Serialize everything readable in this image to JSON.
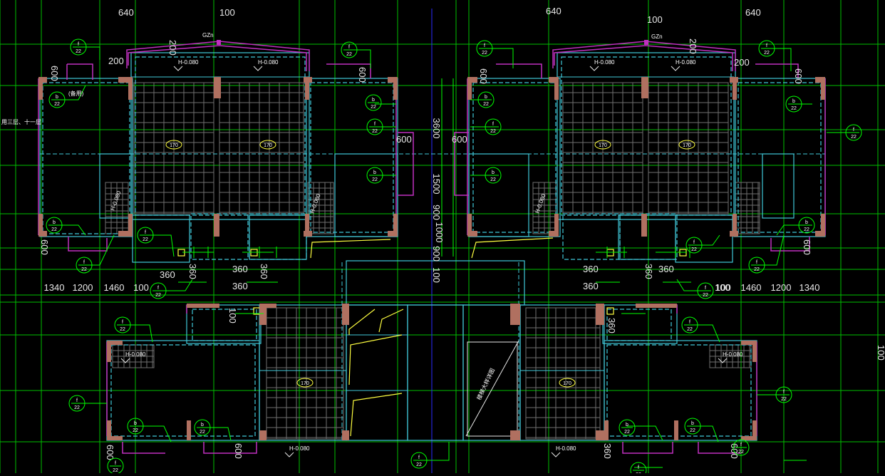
{
  "drawing": {
    "background": "#000000",
    "colors": {
      "grid": "#00c000",
      "slab": "#40c8d8",
      "mesh": "#6f6f6f",
      "column": "#b07060",
      "wall": "#c030c0",
      "leader": "#00ff00",
      "axis": "#2a2aff",
      "text": "#ffffff",
      "stair": "#ffff40"
    },
    "column_labels": {
      "left": "GZn",
      "right": "GZn"
    },
    "top_dims": [
      "640",
      "100",
      "640",
      "100",
      "640"
    ],
    "wing_dims": {
      "left": [
        "1340",
        "1200",
        "1460",
        "100"
      ],
      "right": [
        "100",
        "1460",
        "1200",
        "1340"
      ]
    },
    "center_vertical_dims": [
      "3600",
      "1500",
      "900",
      "1000",
      "900",
      "100"
    ],
    "small_dims": [
      "200",
      "200",
      "200",
      "600",
      "600",
      "600",
      "600",
      "600",
      "600",
      "600",
      "600",
      "600",
      "600",
      "360",
      "360",
      "360",
      "360",
      "360",
      "360",
      "360",
      "360",
      "360",
      "360",
      "100"
    ],
    "level_marks": [
      "H-0.080",
      "H-0.080",
      "H-0.080",
      "H-0.080",
      "H-0.080",
      "H-0.080",
      "H-0.080",
      "H-0.080",
      "H-0.080",
      "H-0.080",
      "H-0.080"
    ],
    "slab_tags": [
      "170",
      "170",
      "170",
      "170",
      "170",
      "170"
    ],
    "notes": [
      "(备用)",
      "用三层、十一层"
    ],
    "stair_note": "楼梯大样详图",
    "bar_tags": [
      {
        "top": "f",
        "bottom": "22"
      },
      {
        "top": "b",
        "bottom": "22"
      }
    ]
  }
}
